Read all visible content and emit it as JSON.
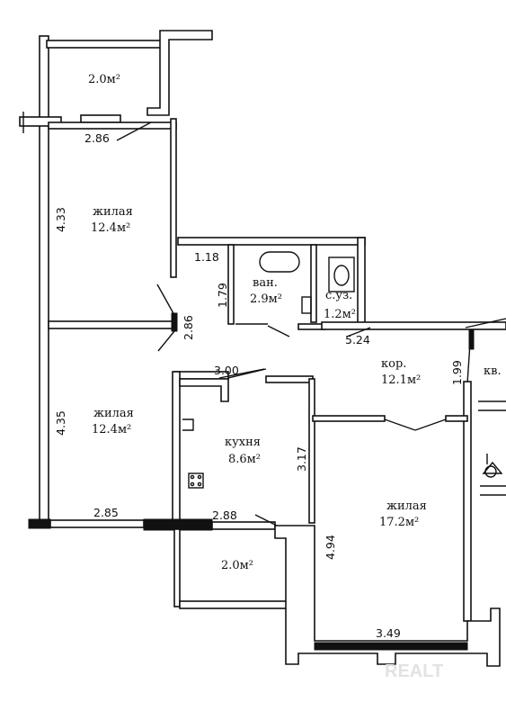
{
  "rooms": {
    "balcony_top": "2.0м²",
    "living_top_name": "жилая",
    "living_top_area": "12.4м²",
    "bath_name": "ван.",
    "bath_area": "2.9м²",
    "wc_name": "с.уз.",
    "wc_area": "1.2м²",
    "corridor_name": "кор.",
    "corridor_area": "12.1м²",
    "living_mid_name": "жилая",
    "living_mid_area": "12.4м²",
    "kitchen_name": "кухня",
    "kitchen_area": "8.6м²",
    "living_big_name": "жилая",
    "living_big_area": "17.2м²",
    "balcony_bottom": "2.0м²",
    "apartment_label": "кв."
  },
  "dimensions": {
    "d286_top": "2.86",
    "d433": "4.33",
    "d118": "1.18",
    "d179": "1.79",
    "d286_vert": "2.86",
    "d524": "5.24",
    "d199": "1.99",
    "d300": "3.00",
    "d435": "4.35",
    "d317": "3.17",
    "d285": "2.85",
    "d288": "2.88",
    "d494": "4.94",
    "d349": "3.49"
  },
  "watermark": "REALT"
}
